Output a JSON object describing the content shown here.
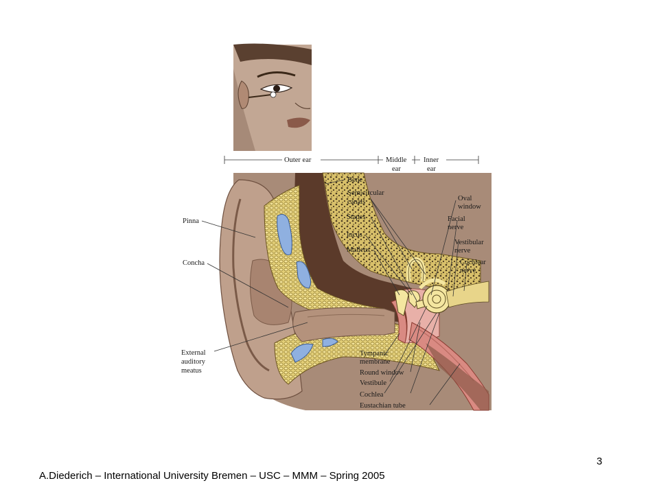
{
  "diagram": {
    "sections": {
      "outer": "Outer ear",
      "middle_1": "Middle",
      "middle_2": "ear",
      "inner_1": "Inner",
      "inner_2": "ear"
    },
    "labels": {
      "pinna": "Pinna",
      "concha": "Concha",
      "eam_1": "External",
      "eam_2": "auditory",
      "eam_3": "meatus",
      "bone": "Bone",
      "semicircular_1": "Semicircular",
      "semicircular_2": "canals",
      "stapes": "Stapes",
      "incus": "Incus",
      "malleus": "Malleus",
      "oval_1": "Oval",
      "oval_2": "window",
      "facial_1": "Facial",
      "facial_2": "nerve",
      "vestibular_1": "Vestibular",
      "vestibular_2": "nerve",
      "cochlear_1": "Cochlear",
      "cochlear_2": "nerve",
      "tympanic_1": "Tympanic",
      "tympanic_2": "membrane",
      "round_window": "Round window",
      "vestibule": "Vestibule",
      "cochlea": "Cochlea",
      "eustachian": "Eustachian tube"
    },
    "colors": {
      "skin": "#b89a86",
      "skin_dark": "#8c6e5c",
      "bone": "#e3cf78",
      "bone_cell": "#c9ae44",
      "fluid": "#8fb0e0",
      "tissue_red": "#d98a82",
      "nerve": "#e8d58a",
      "dark_bone": "#5b3a2a"
    }
  },
  "footer": {
    "text": "A.Diederich – International University Bremen – USC  – MMM  – Spring 2005",
    "page_number": "3"
  }
}
